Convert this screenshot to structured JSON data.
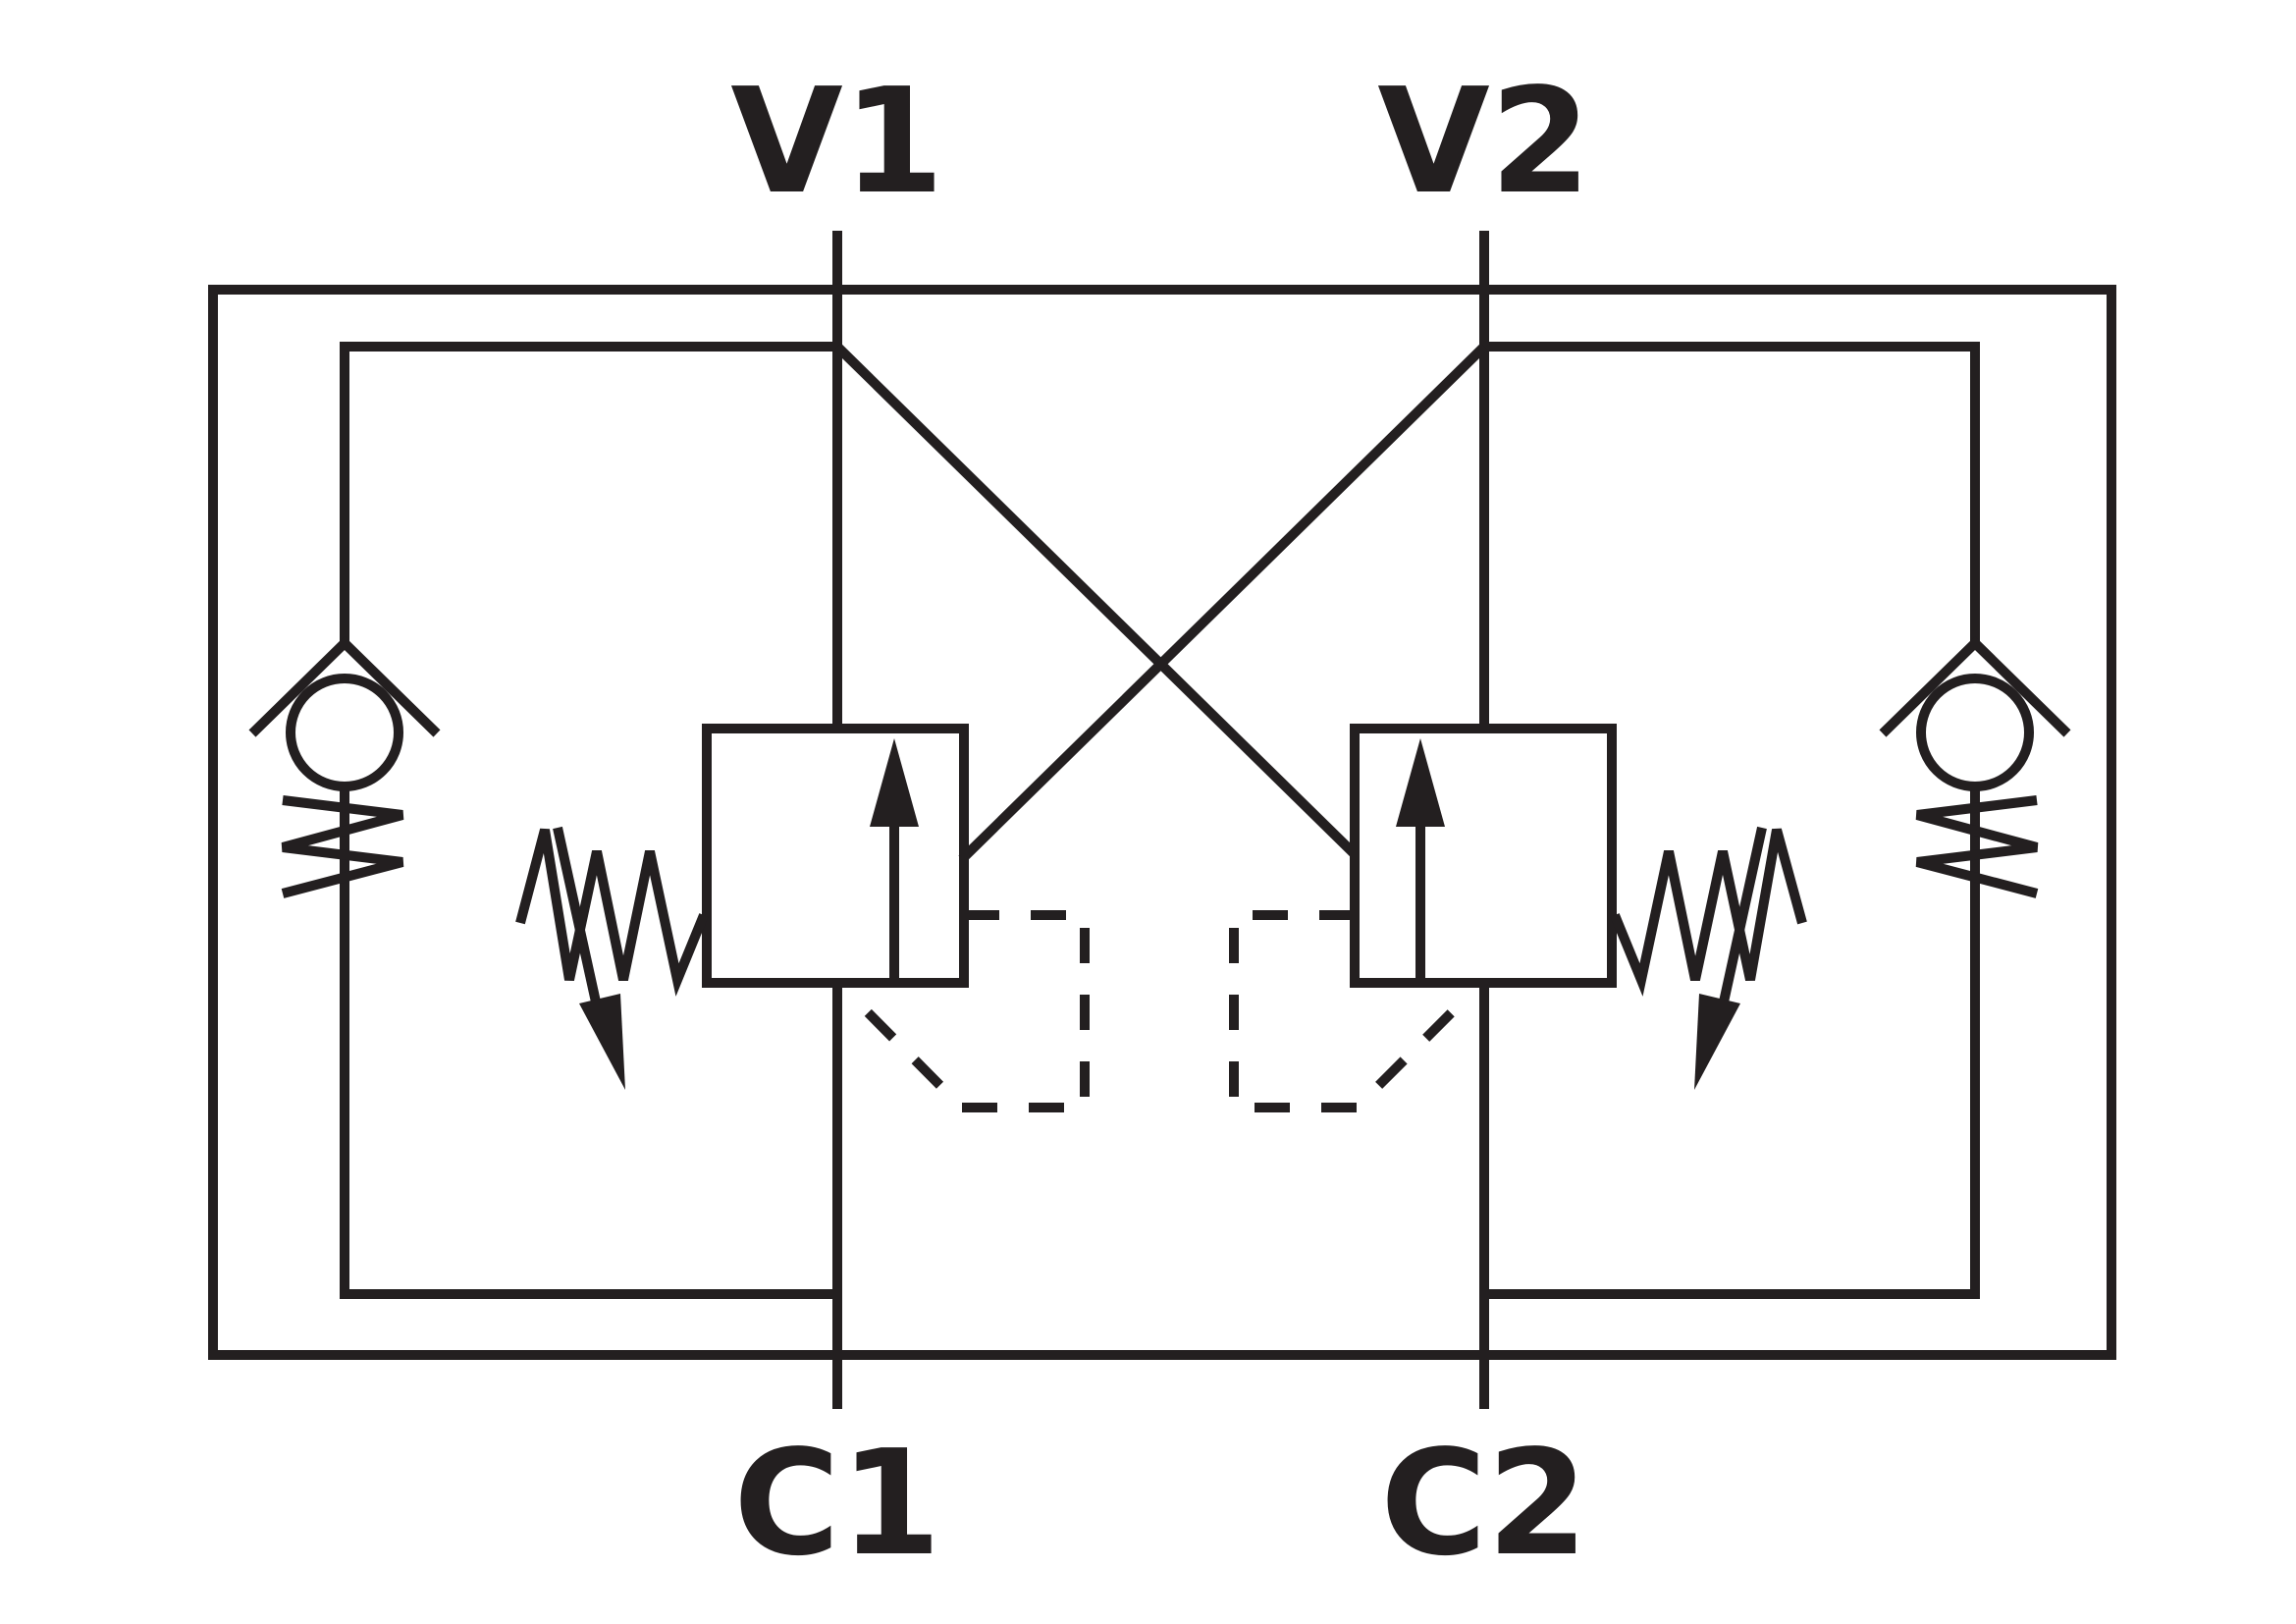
{
  "ports": {
    "v1": "V1",
    "v2": "V2",
    "c1": "C1",
    "c2": "C2"
  },
  "colors": {
    "line": "#231f20",
    "background": "#ffffff"
  }
}
